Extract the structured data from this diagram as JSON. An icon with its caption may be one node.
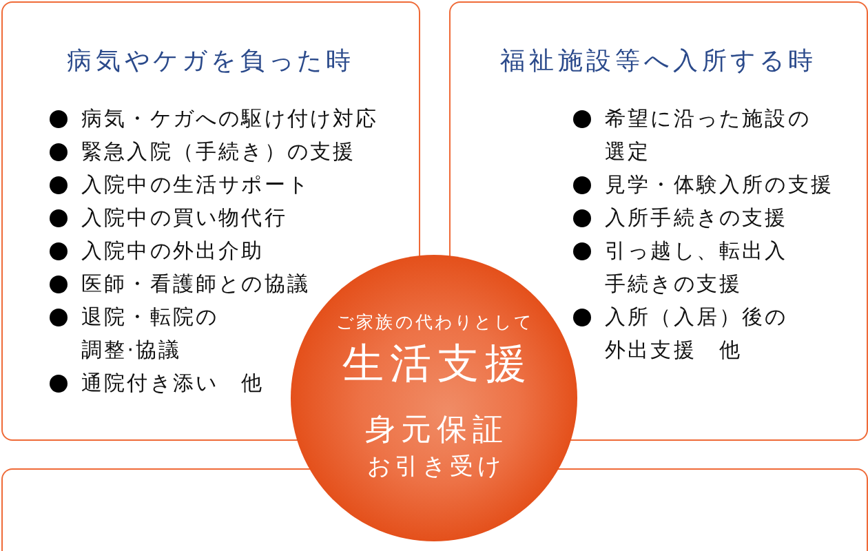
{
  "diagram": {
    "nodes": [
      {
        "text": [
          "病気やケガを負った時",
          "病気・ケガへの駆け付け対応",
          "緊急入院（手続き）の支援",
          "入院中の生活サポート",
          "入院中の買い物代行",
          "入院中の外出介助",
          "医師・看護師との協議",
          "退院・転院の調整·協議",
          "通院付き添い　他"
        ]
      },
      {
        "text": [
          "福祉施設等へ入所する時",
          "希望に沿った施設の選定",
          "見学・体験入所の支援",
          "入所手続きの支援",
          "引っ越し、転出入手続きの支援",
          "入所（入居）後の外出支援　他"
        ]
      },
      {
        "text": [
          "ご家族の代わりとして",
          "生活支援",
          "身元保証",
          "お引き受け"
        ]
      },
      {
        "text": [],
        "shape": "box"
      }
    ]
  }
}
